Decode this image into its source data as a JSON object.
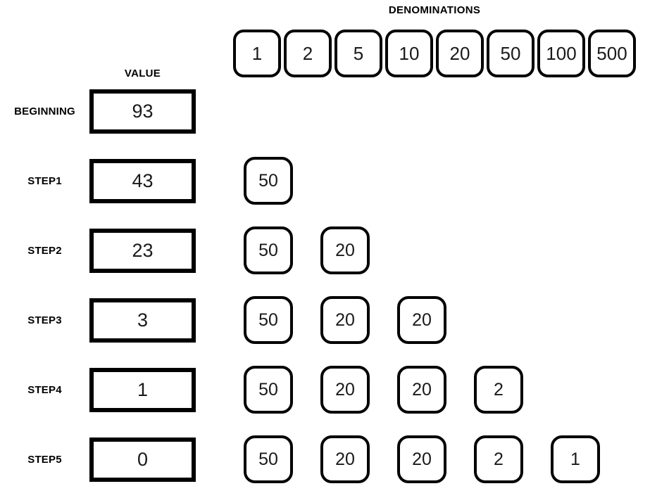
{
  "title": "DENOMINATIONS",
  "value_header": "VALUE",
  "denominations": [
    "1",
    "2",
    "5",
    "10",
    "20",
    "50",
    "100",
    "500"
  ],
  "rows": [
    {
      "label": "BEGINNING",
      "value": "93",
      "coins": []
    },
    {
      "label": "STEP1",
      "value": "43",
      "coins": [
        "50"
      ]
    },
    {
      "label": "STEP2",
      "value": "23",
      "coins": [
        "50",
        "20"
      ]
    },
    {
      "label": "STEP3",
      "value": "3",
      "coins": [
        "50",
        "20",
        "20"
      ]
    },
    {
      "label": "STEP4",
      "value": "1",
      "coins": [
        "50",
        "20",
        "20",
        "2"
      ]
    },
    {
      "label": "STEP5",
      "value": "0",
      "coins": [
        "50",
        "20",
        "20",
        "2",
        "1"
      ]
    }
  ],
  "colors": {
    "background": "#ffffff",
    "border": "#000000",
    "text": "#1a1a1a"
  }
}
